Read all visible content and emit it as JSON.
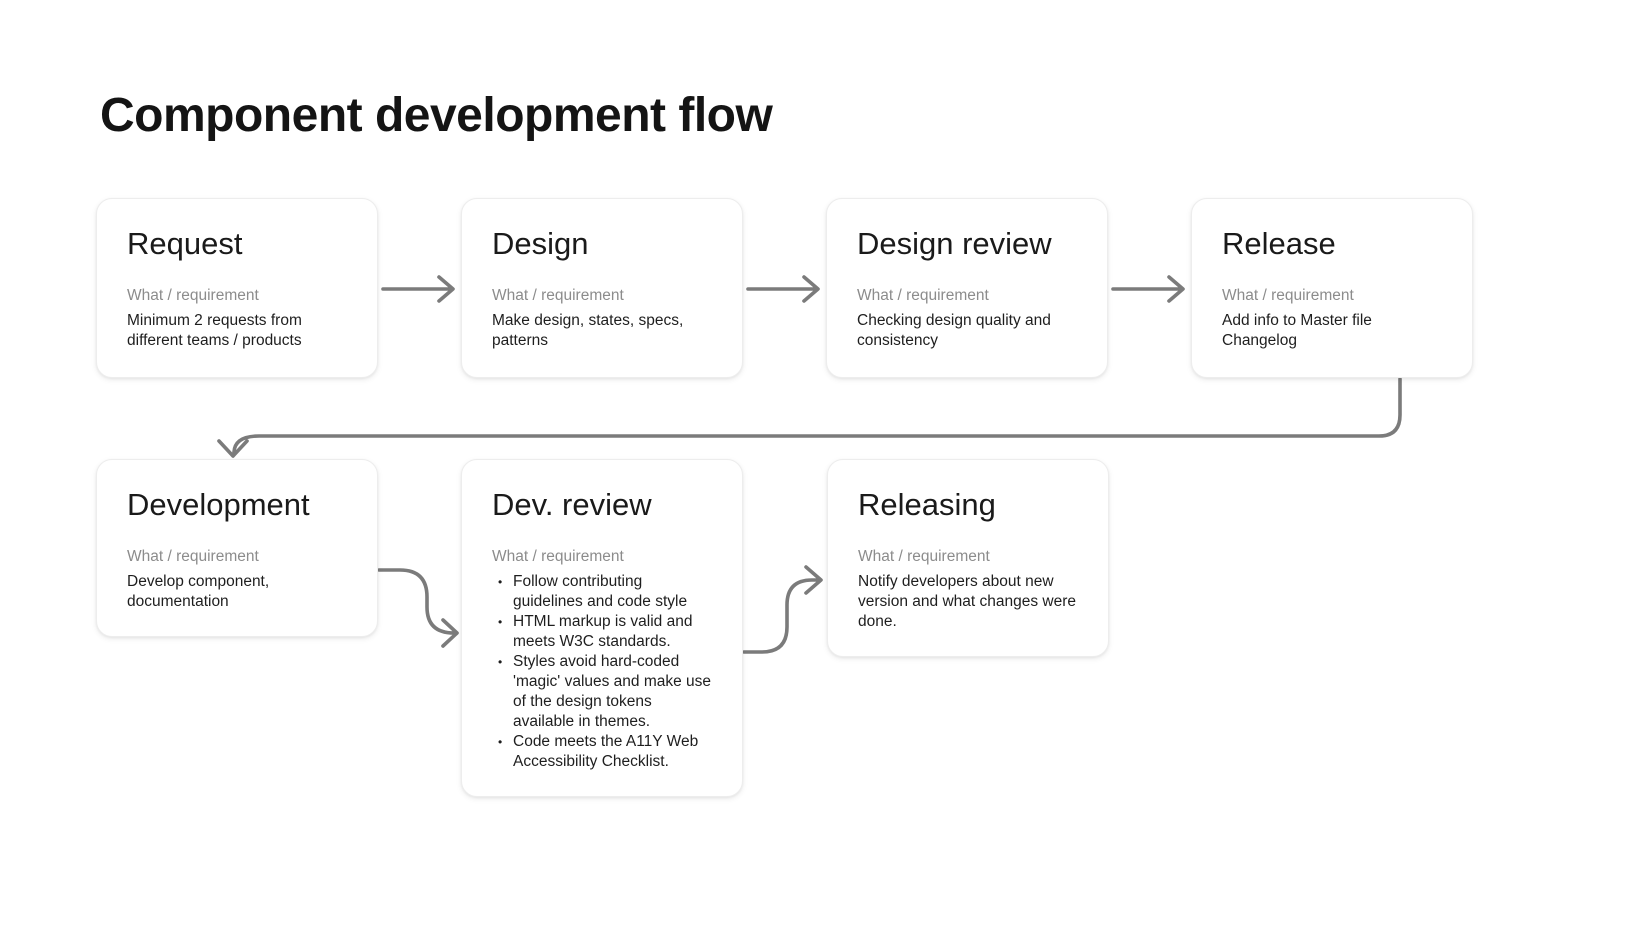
{
  "page": {
    "title": "Component development flow"
  },
  "colors": {
    "arrow": "#7b7b7b",
    "label": "#8c8c8c",
    "text": "#1e1e1e"
  },
  "cards": [
    {
      "id": "request",
      "title": "Request",
      "label": "What / requirement",
      "body": "Minimum 2 requests from different teams / products"
    },
    {
      "id": "design",
      "title": "Design",
      "label": "What / requirement",
      "body": "Make design, states, specs, patterns"
    },
    {
      "id": "design-review",
      "title": "Design review",
      "label": "What / requirement",
      "body": "Checking design quality and consistency"
    },
    {
      "id": "release",
      "title": "Release",
      "label": "What / requirement",
      "body": "Add info to Master file Changelog"
    },
    {
      "id": "development",
      "title": "Development",
      "label": "What / requirement",
      "body": "Develop component, documentation"
    },
    {
      "id": "dev-review",
      "title": "Dev. review",
      "label": "What / requirement",
      "bullets": [
        "Follow contributing guidelines and code style",
        "HTML markup is valid and meets W3C standards.",
        "Styles avoid hard-coded 'magic' values and make use of the design tokens available in themes.",
        "Code meets the A11Y Web Accessibility Checklist."
      ]
    },
    {
      "id": "releasing",
      "title": "Releasing",
      "label": "What / requirement",
      "body": "Notify developers about new version and what changes were done."
    }
  ],
  "edges": [
    {
      "from": "Request",
      "to": "Design"
    },
    {
      "from": "Design",
      "to": "Design review"
    },
    {
      "from": "Design review",
      "to": "Release"
    },
    {
      "from": "Release",
      "to": "Development"
    },
    {
      "from": "Development",
      "to": "Dev. review"
    },
    {
      "from": "Dev. review",
      "to": "Releasing"
    }
  ]
}
